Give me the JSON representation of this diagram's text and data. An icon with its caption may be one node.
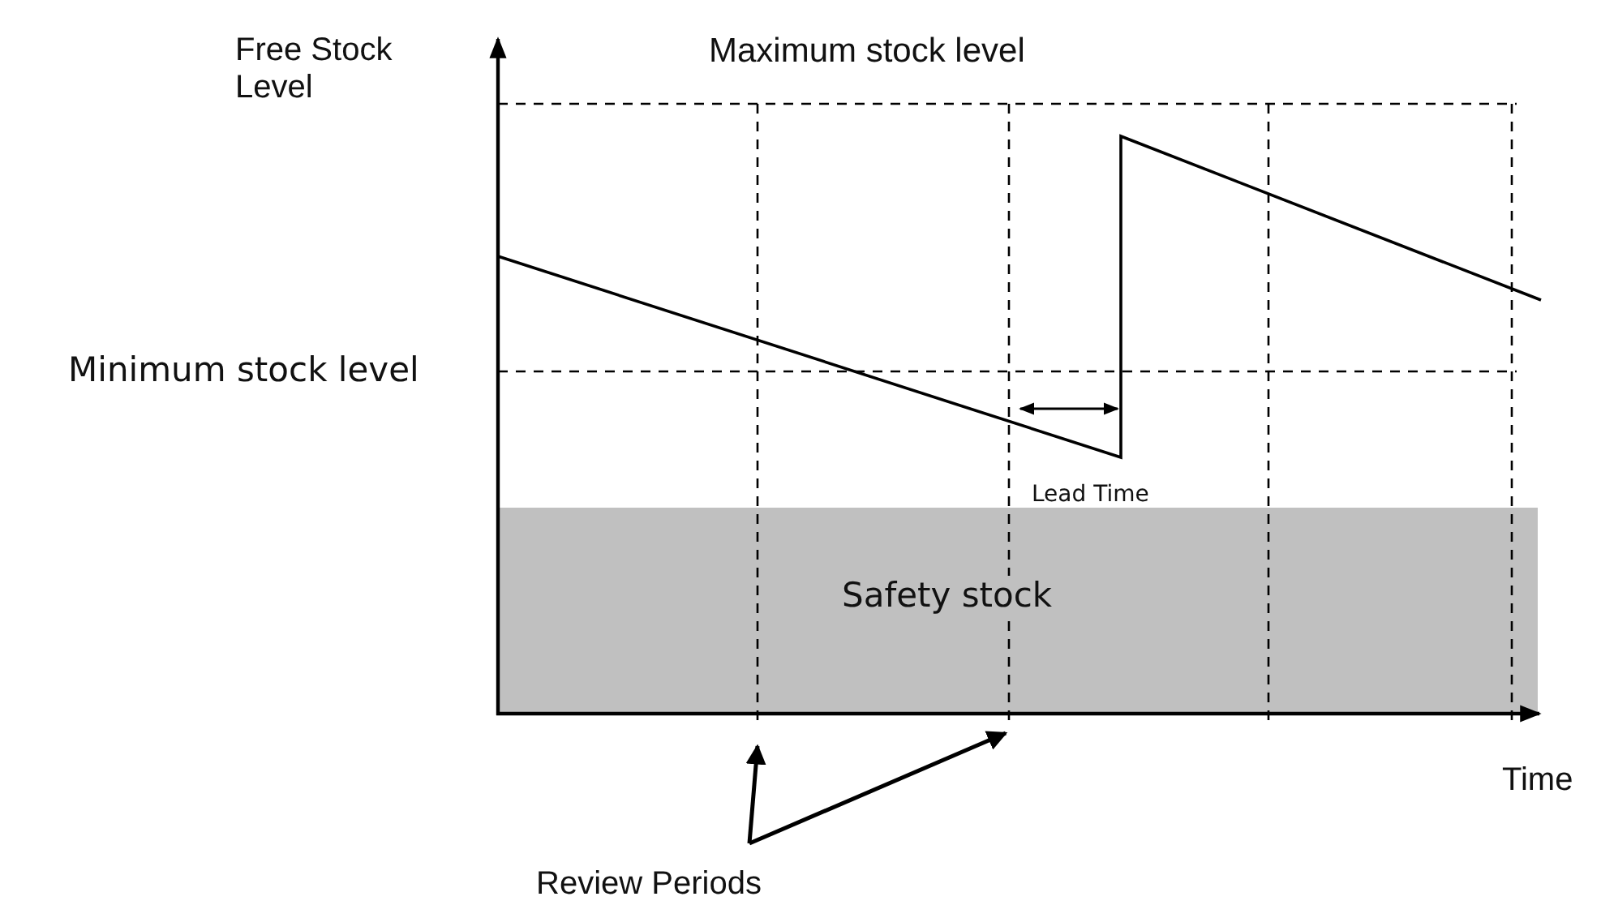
{
  "diagram": {
    "nodes": [
      {
        "text": [
          "Safety stock"
        ]
      },
      {
        "text": [
          "Review Periods"
        ]
      }
    ],
    "edges": [
      {
        "from": 1,
        "to": 0,
        "arrow": "to"
      },
      {
        "from": 1,
        "to": 0,
        "arrow": "to"
      }
    ],
    "labels": [
      "Free Stock Level",
      "Maximum stock level",
      "Minimum stock level",
      "Lead Time",
      "Time"
    ]
  }
}
